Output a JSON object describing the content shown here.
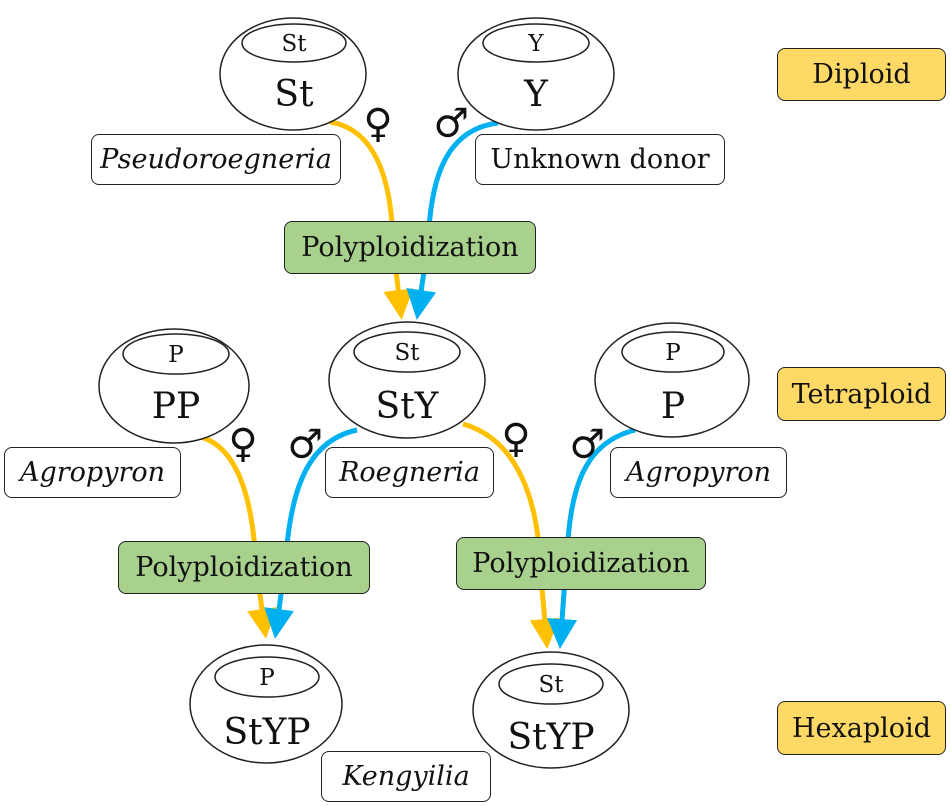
{
  "levels": {
    "diploid": "Diploid",
    "tetraploid": "Tetraploid",
    "hexaploid": "Hexaploid"
  },
  "process_label": "Polyploidization",
  "sex": {
    "female": "♀",
    "male": "♂"
  },
  "nodes": {
    "st_diploid": {
      "cytoplasm": "St",
      "genome": "St"
    },
    "y_diploid": {
      "cytoplasm": "Y",
      "genome": "Y"
    },
    "pp_tetraploid": {
      "cytoplasm": "P",
      "genome": "PP"
    },
    "sty_tetraploid": {
      "cytoplasm": "St",
      "genome": "StY"
    },
    "p_tetraploid": {
      "cytoplasm": "P",
      "genome": "P"
    },
    "styp_p_hexaploid": {
      "cytoplasm": "P",
      "genome": "StYP"
    },
    "styp_st_hexaploid": {
      "cytoplasm": "St",
      "genome": "StYP"
    }
  },
  "taxa": {
    "pseudoroegneria": "Pseudoroegneria",
    "unknown_donor": "Unknown donor",
    "agropyron_left": "Agropyron",
    "roegneria": "Roegneria",
    "agropyron_right": "Agropyron",
    "kengyilia": "Kengyilia"
  },
  "colors": {
    "maternal": "#ffc000",
    "paternal": "#00b0f0",
    "level_fill": "#ffd966",
    "process_fill": "#a9d18e"
  }
}
